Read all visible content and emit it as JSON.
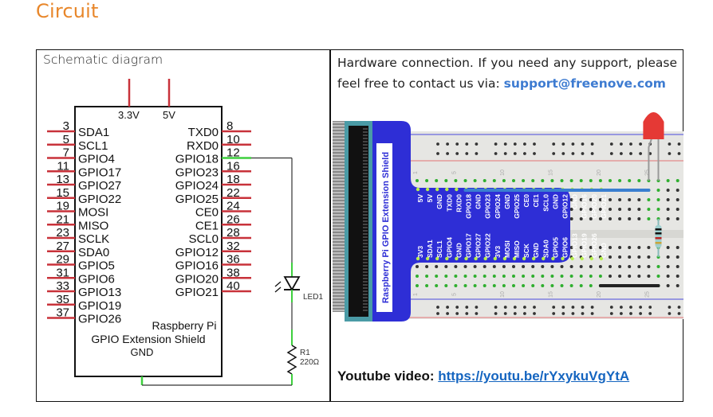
{
  "section_title": "Circuit",
  "left_cell": {
    "caption": "Schematic diagram",
    "schematic": {
      "top_pins": [
        "3.3V",
        "5V"
      ],
      "left_pins": [
        {
          "num": "3",
          "label": "SDA1"
        },
        {
          "num": "5",
          "label": "SCL1"
        },
        {
          "num": "7",
          "label": "GPIO4"
        },
        {
          "num": "11",
          "label": "GPIO17"
        },
        {
          "num": "13",
          "label": "GPIO27"
        },
        {
          "num": "15",
          "label": "GPIO22"
        },
        {
          "num": "19",
          "label": "MOSI"
        },
        {
          "num": "21",
          "label": "MISO"
        },
        {
          "num": "23",
          "label": "SCLK"
        },
        {
          "num": "27",
          "label": "SDA0"
        },
        {
          "num": "29",
          "label": "GPIO5"
        },
        {
          "num": "31",
          "label": "GPIO6"
        },
        {
          "num": "33",
          "label": "GPIO13"
        },
        {
          "num": "35",
          "label": "GPIO19"
        },
        {
          "num": "37",
          "label": "GPIO26"
        }
      ],
      "right_pins": [
        {
          "num": "8",
          "label": "TXD0"
        },
        {
          "num": "10",
          "label": "RXD0"
        },
        {
          "num": "12",
          "label": "GPIO18",
          "connected": true
        },
        {
          "num": "16",
          "label": "GPIO23"
        },
        {
          "num": "18",
          "label": "GPIO24"
        },
        {
          "num": "22",
          "label": "GPIO25"
        },
        {
          "num": "24",
          "label": "CE0"
        },
        {
          "num": "26",
          "label": "CE1"
        },
        {
          "num": "28",
          "label": "SCL0"
        },
        {
          "num": "32",
          "label": "GPIO12"
        },
        {
          "num": "36",
          "label": "GPIO16"
        },
        {
          "num": "38",
          "label": "GPIO20"
        },
        {
          "num": "40",
          "label": "GPIO21"
        }
      ],
      "board_name_line1": "Raspberry Pi",
      "board_name_line2": "GPIO Extension Shield",
      "gnd_label": "GND",
      "led_label": "LED1",
      "resistor_label": "R1",
      "resistor_value": "220Ω",
      "colors": {
        "pin": "#C8323A",
        "wire": "#333333",
        "connected": "#3ECF3E"
      }
    }
  },
  "right_cell": {
    "caption_line1": "Hardware connection. If you need any support, please",
    "caption_line2_prefix": "feel free to contact us via: ",
    "email": "support@freenove.com",
    "shield_label": "Raspberry Pi GPIO Extension Shield",
    "shield_top_row": [
      "5V",
      "5V",
      "GND",
      "TXD0",
      "RXD0",
      "GPIO18",
      "GND",
      "GPIO23",
      "GPIO24",
      "GND",
      "GPIO25",
      "CE0",
      "CE1",
      "SCL0",
      "GND",
      "GPIO12",
      "GND",
      "GPIO16",
      "GPIO20",
      "GPIO21"
    ],
    "shield_bottom_row": [
      "3V3",
      "SDA1",
      "SCL1",
      "GPIO4",
      "GND",
      "GPIO17",
      "GPIO27",
      "GPIO22",
      "3V3",
      "MOSI",
      "MISO",
      "SCK",
      "GND",
      "SDA0",
      "GPIO5",
      "GPIO6",
      "GPIO13",
      "GPIO19",
      "GPIO26",
      "GND"
    ],
    "breadboard_column_numbers": [
      "1",
      "5",
      "10",
      "15",
      "20",
      "25"
    ],
    "youtube_label": "Youtube video: ",
    "youtube_link": "https://youtu.be/rYxykuVgYtA",
    "colors": {
      "shield": "#2E2ED6",
      "accent_link": "#1565C0",
      "led": "#E53935",
      "jumper_blue": "#3A7FD0",
      "jumper_black": "#222222"
    }
  }
}
